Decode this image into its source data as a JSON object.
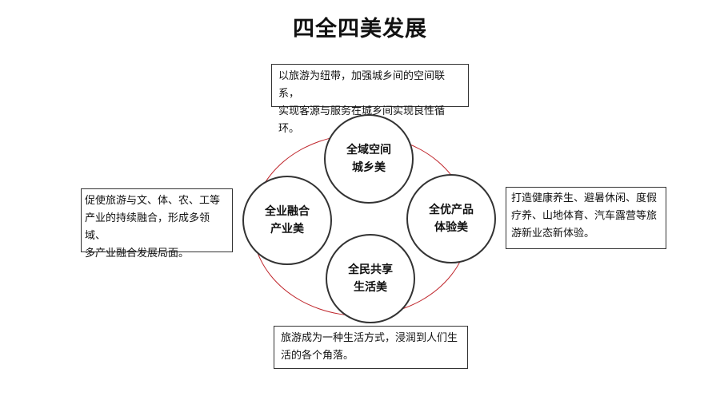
{
  "title": "四全四美发展",
  "nodes": {
    "top": [
      "全域空间",
      "城乡美"
    ],
    "left": [
      "全业融合",
      "产业美"
    ],
    "right": [
      "全优产品",
      "体验美"
    ],
    "bottom": [
      "全民共享",
      "生活美"
    ]
  },
  "boxes": {
    "top": [
      "以旅游为纽带，加强城乡间的空间联系，",
      "实现客源与服务在城乡间实现良性循环。"
    ],
    "left": [
      "促使旅游与文、体、农、工等",
      "产业的持续融合，形成多领域、",
      "多产业融合发展局面。"
    ],
    "right": [
      "打造健康养生、避暑休闲、度假",
      "疗养、山地体育、汽车露营等旅",
      "游新业态新体验。"
    ],
    "bottom": [
      "旅游成为一种生活方式，浸润到人们生",
      "活的各个角落。"
    ]
  },
  "colors": {
    "ring": "#c0282e",
    "border": "#333333",
    "text": "#111111"
  }
}
